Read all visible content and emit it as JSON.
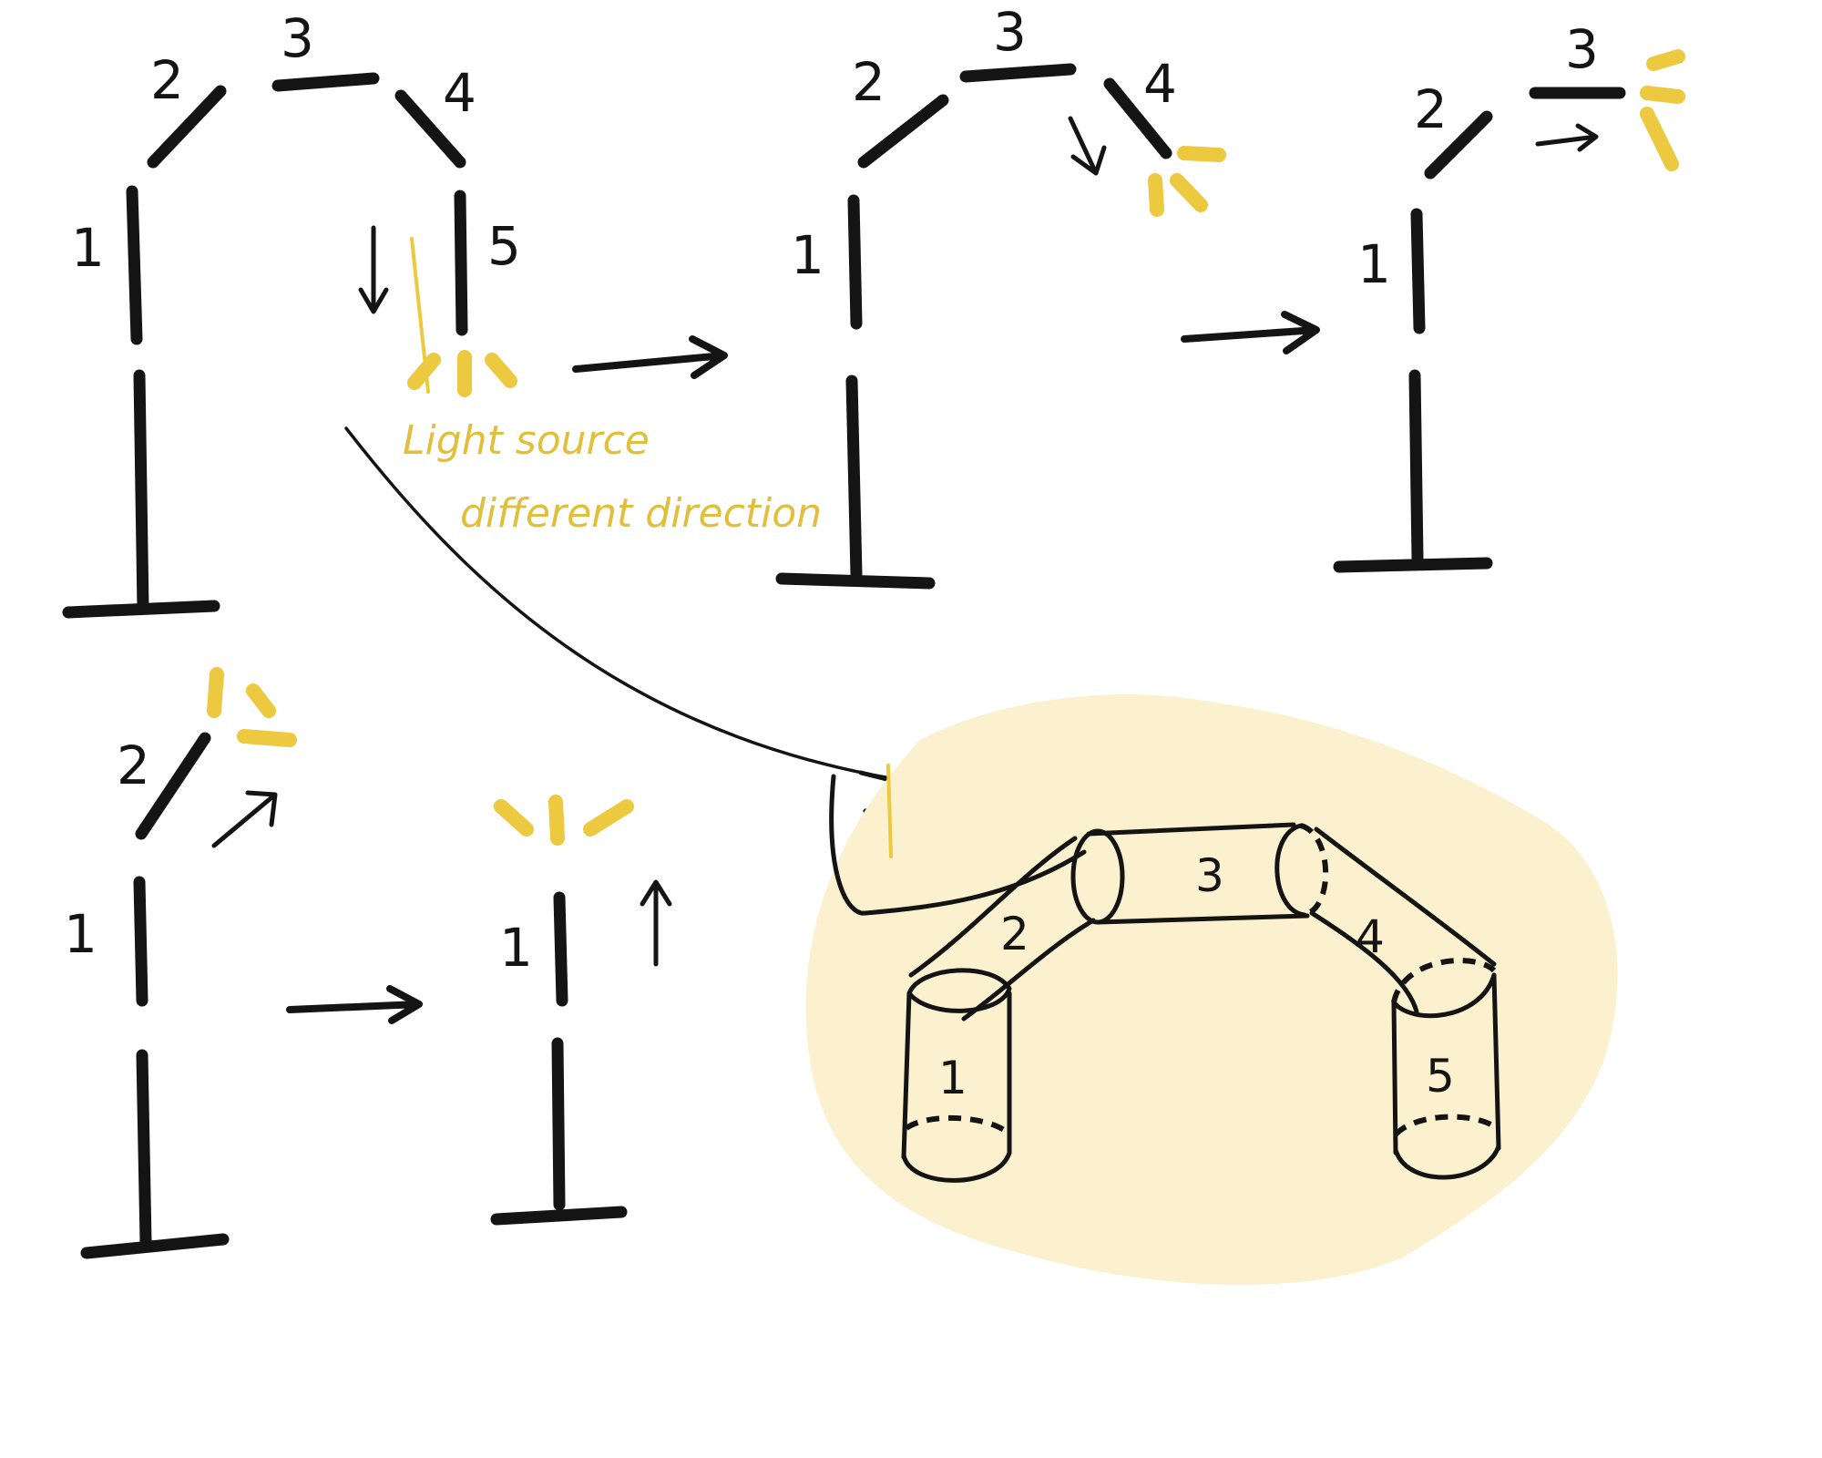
{
  "labels": {
    "segment_1": "1",
    "segment_2": "2",
    "segment_3": "3",
    "segment_4": "4",
    "segment_5": "5"
  },
  "annotation": {
    "line_1": "Light source",
    "line_2": "different direction"
  },
  "colors": {
    "ink": "#141414",
    "light": "#ecc93f",
    "glow_background": "#fbf1cf"
  }
}
